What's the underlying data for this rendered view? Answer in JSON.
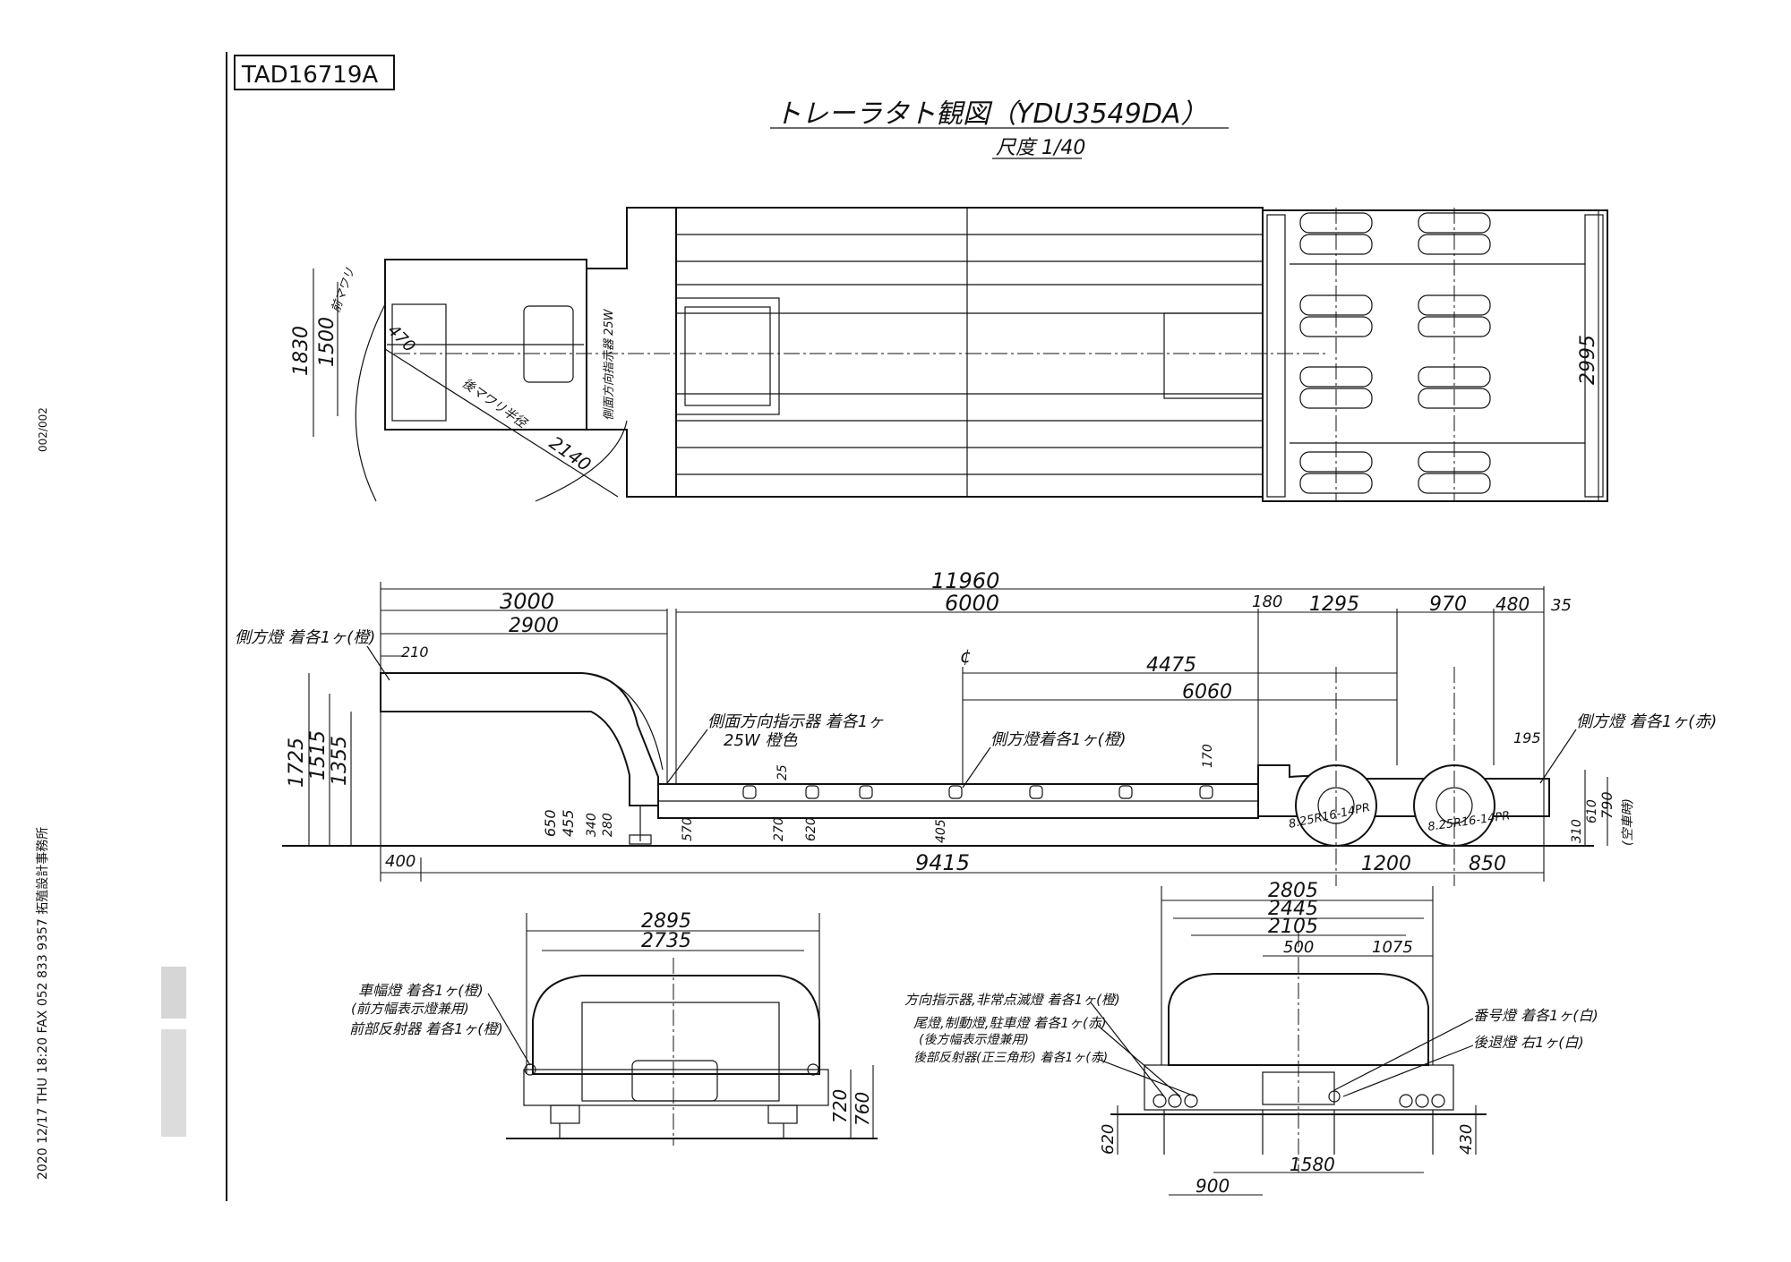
{
  "header": {
    "drawing_id": "TAD16719A",
    "title": "トレーラタト観図（YDU3549DA）",
    "scale": "尺度 1/40"
  },
  "fax_margin": {
    "page_counter": "002/002",
    "fax_line": "2020 12/17 THU 18:20  FAX 052 833 9357 拓殖設計事務所"
  },
  "top_view": {
    "dims": [
      "1830",
      "1500",
      "470",
      "2140",
      "2995"
    ],
    "labels": [
      "前マワリ",
      "後マワリ半径",
      "側面方向指示器 25W"
    ]
  },
  "side_view": {
    "top_dims": [
      "11960",
      "3000",
      "2900",
      "6000",
      "180",
      "1295",
      "970",
      "480",
      "35",
      "4475",
      "6060",
      "210"
    ],
    "left_dims": [
      "1725",
      "1515",
      "1355",
      "650",
      "455",
      "340",
      "280"
    ],
    "small_dims": [
      "570",
      "25",
      "270",
      "620",
      "405",
      "170",
      "195"
    ],
    "right_dims": [
      "310",
      "610",
      "790",
      "(空車時)"
    ],
    "bottom_dims": [
      "400",
      "9415",
      "1200",
      "850"
    ],
    "tire_label_1": "8.25R16-14PR",
    "tire_label_2": "8.25R16-14PR",
    "center_mark": "¢",
    "notes": {
      "side_lamp_left": "側方燈 着各1ヶ(橙)",
      "turn_indicator": "側面方向指示器 着各1ヶ",
      "turn_indicator_spec": "25W 橙色",
      "side_lamp_mid": "側方燈着各1ヶ(橙)",
      "side_lamp_right": "側方燈 着各1ヶ(赤)"
    }
  },
  "front_view": {
    "dims": [
      "2895",
      "2735",
      "720",
      "760"
    ],
    "notes": [
      "車幅燈 着各1ヶ(橙)",
      "(前方幅表示燈兼用)",
      "前部反射器 着各1ヶ(橙)"
    ]
  },
  "rear_view": {
    "dims": [
      "2805",
      "2445",
      "2105",
      "500",
      "1075",
      "620",
      "430",
      "1580",
      "900"
    ],
    "notes": [
      "方向指示器,非常点滅燈 着各1ヶ(橙)",
      "尾燈,制動燈,駐車燈 着各1ヶ(赤)",
      "(後方幅表示燈兼用)",
      "後部反射器(正三角形) 着各1ヶ(赤)",
      "番号燈 着各1ヶ(白)",
      "後退燈 右1ヶ(白)"
    ]
  }
}
